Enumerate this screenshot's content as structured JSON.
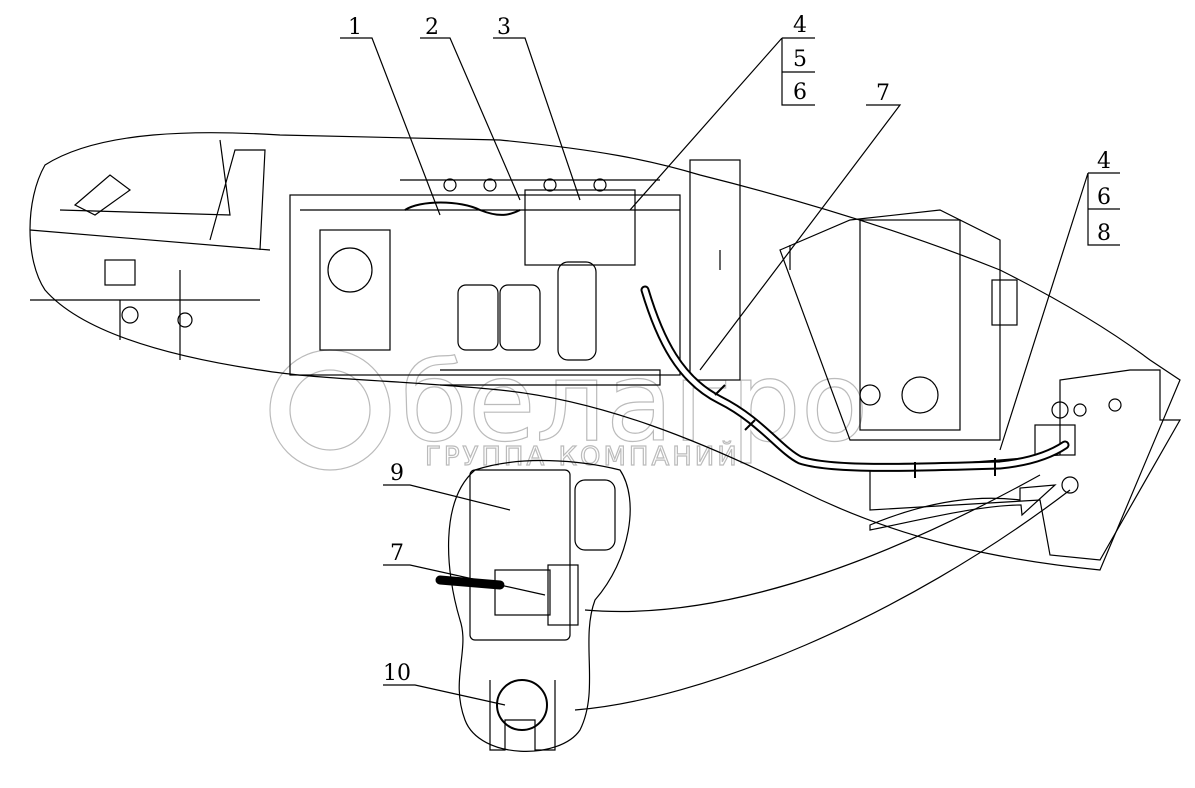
{
  "callouts": {
    "c1": "1",
    "c2": "2",
    "c3": "3",
    "c4a": "4",
    "c5": "5",
    "c6a": "6",
    "c7a": "7",
    "c4b": "4",
    "c6b": "6",
    "c8": "8",
    "c9": "9",
    "c7b": "7",
    "c10": "10"
  },
  "watermark": {
    "brand": "белагро",
    "subtitle": "ГРУППА КОМПАНИЙ"
  }
}
